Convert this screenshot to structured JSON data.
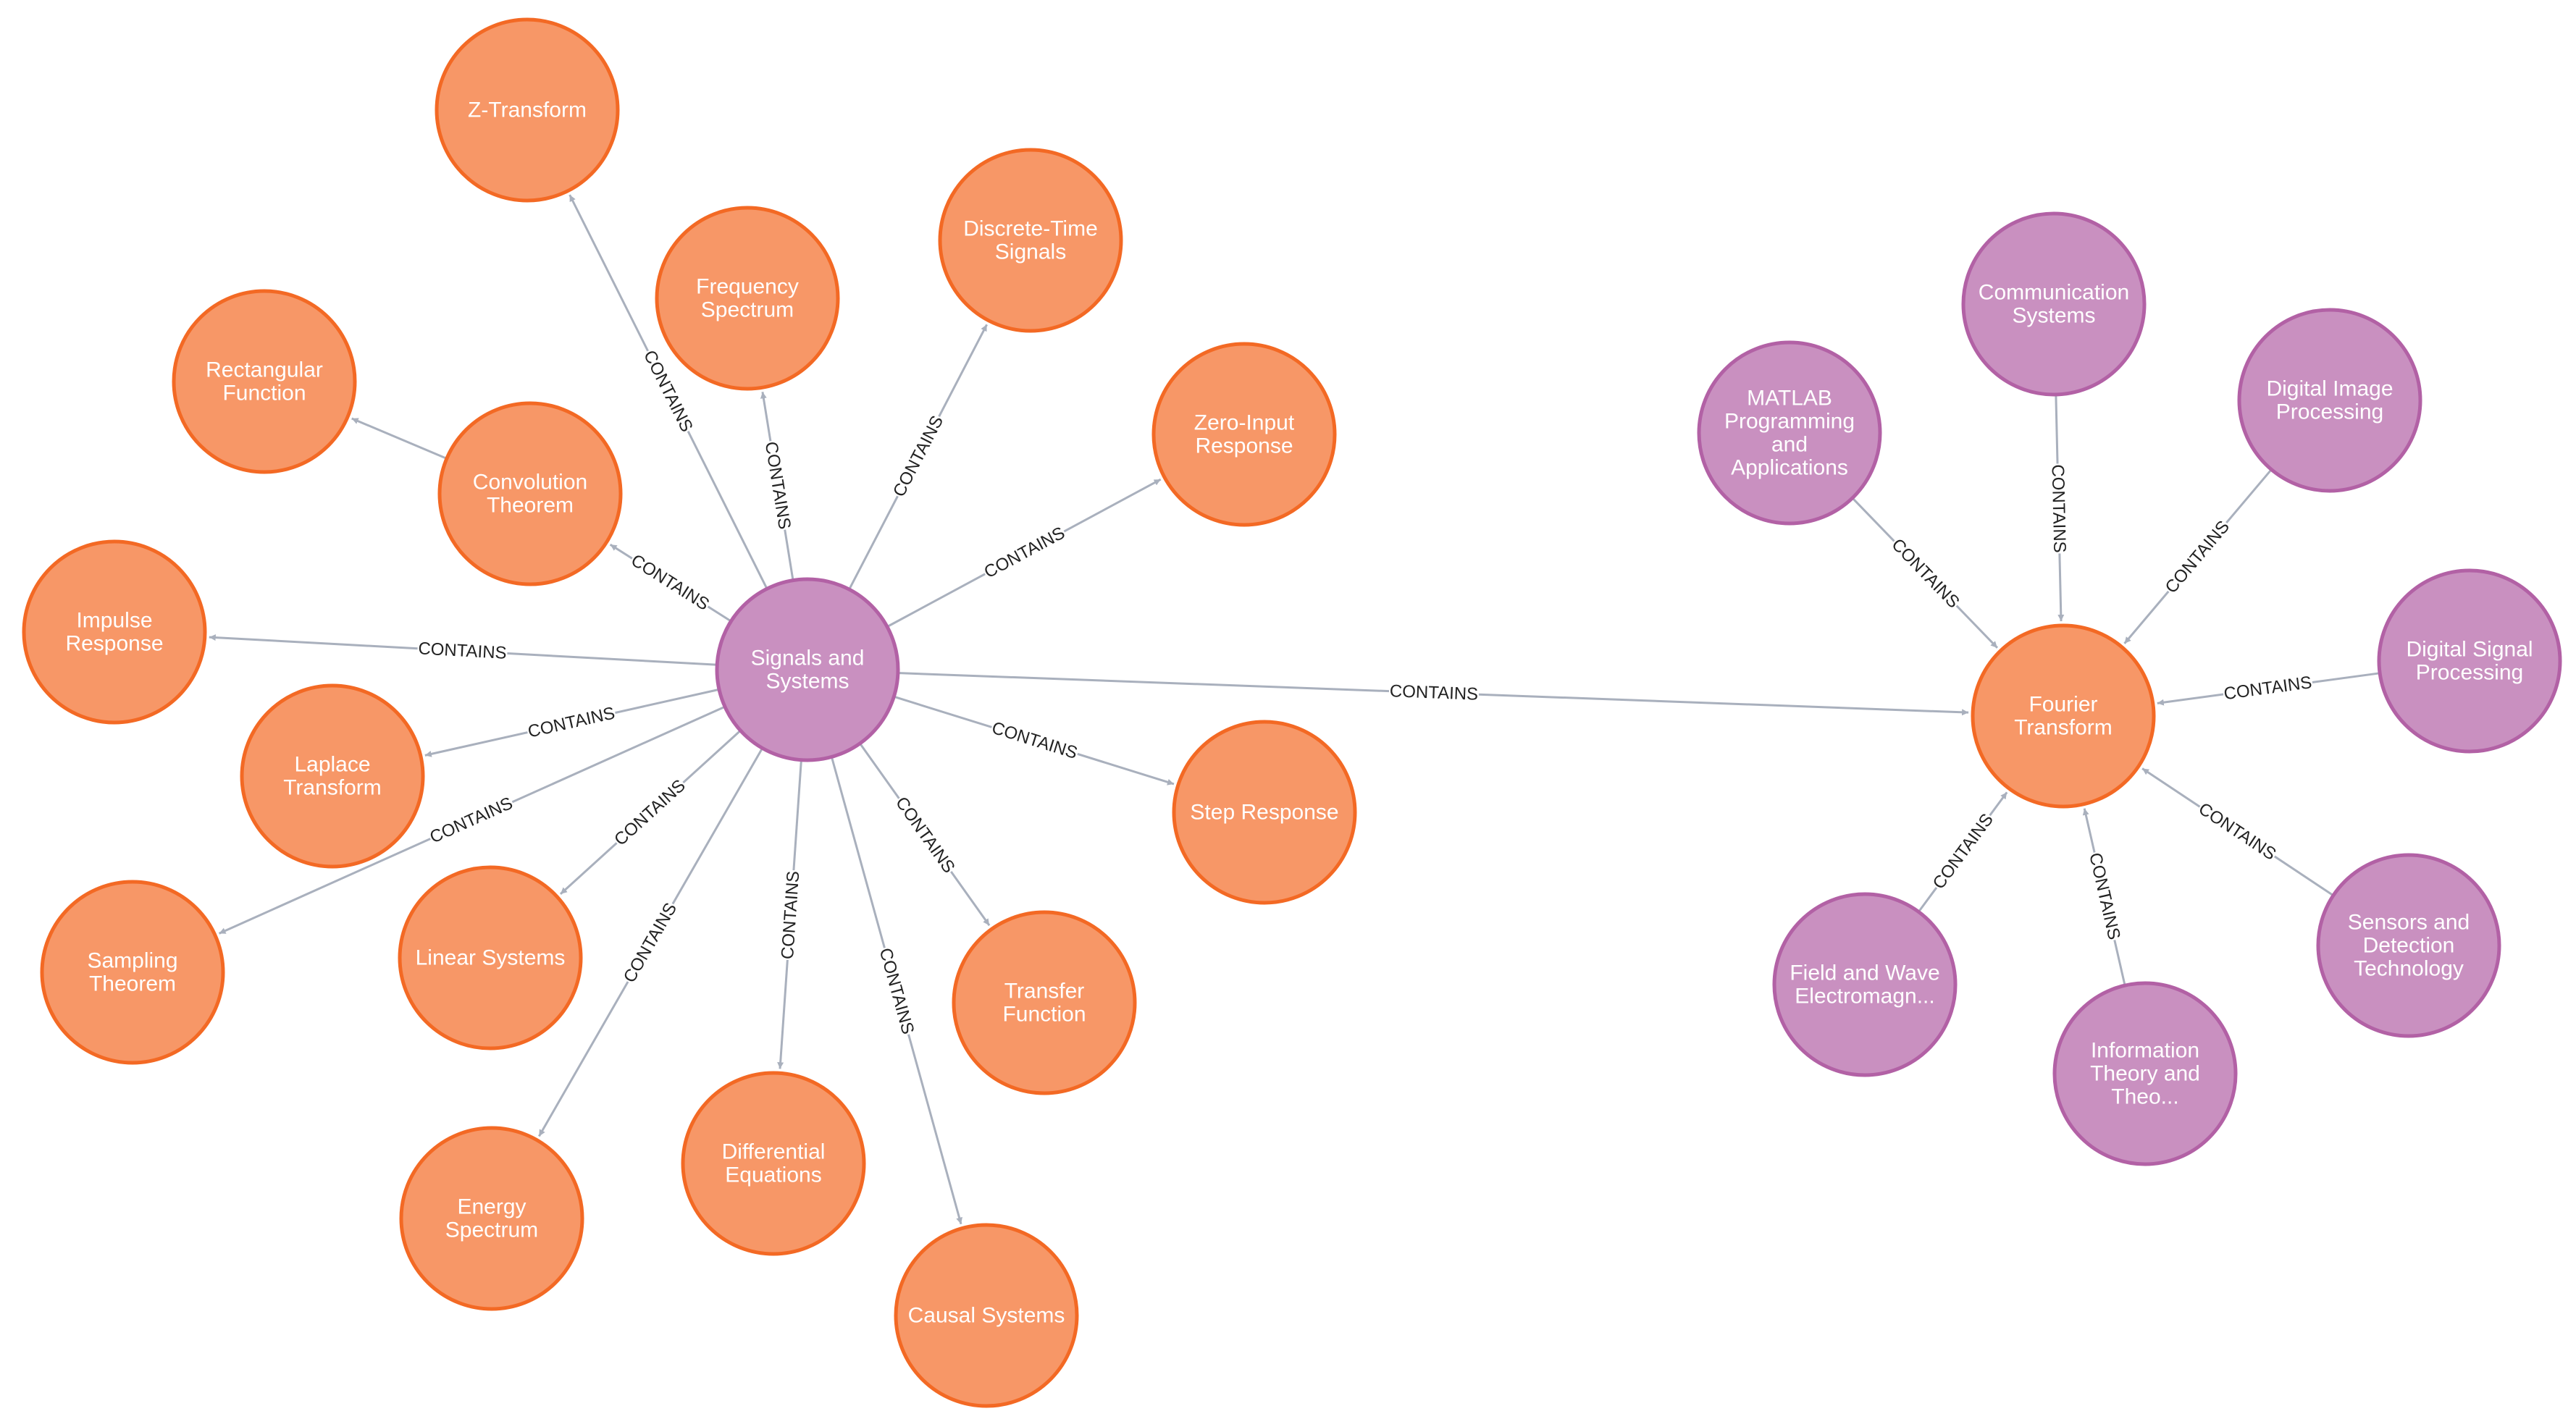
{
  "colors": {
    "orange_fill": "#f79767",
    "orange_stroke": "#f36924",
    "purple_fill": "#c990c0",
    "purple_stroke": "#b261a5",
    "edge": "#a9b0bd",
    "edge_label": "#222222"
  },
  "nodes": [
    {
      "id": "signals",
      "lines": [
        "Signals and",
        "Systems"
      ],
      "color": "purple"
    },
    {
      "id": "ztransform",
      "lines": [
        "Z-Transform"
      ],
      "color": "orange"
    },
    {
      "id": "freqspec",
      "lines": [
        "Frequency",
        "Spectrum"
      ],
      "color": "orange"
    },
    {
      "id": "dtsignals",
      "lines": [
        "Discrete-Time",
        "Signals"
      ],
      "color": "orange"
    },
    {
      "id": "zeroinput",
      "lines": [
        "Zero-Input",
        "Response"
      ],
      "color": "orange"
    },
    {
      "id": "rectfunc",
      "lines": [
        "Rectangular",
        "Function"
      ],
      "color": "orange"
    },
    {
      "id": "convthm",
      "lines": [
        "Convolution",
        "Theorem"
      ],
      "color": "orange"
    },
    {
      "id": "impulse",
      "lines": [
        "Impulse",
        "Response"
      ],
      "color": "orange"
    },
    {
      "id": "laplace",
      "lines": [
        "Laplace",
        "Transform"
      ],
      "color": "orange"
    },
    {
      "id": "sampling",
      "lines": [
        "Sampling",
        "Theorem"
      ],
      "color": "orange"
    },
    {
      "id": "linsys",
      "lines": [
        "Linear Systems"
      ],
      "color": "orange"
    },
    {
      "id": "energy",
      "lines": [
        "Energy",
        "Spectrum"
      ],
      "color": "orange"
    },
    {
      "id": "diffeq",
      "lines": [
        "Differential",
        "Equations"
      ],
      "color": "orange"
    },
    {
      "id": "causal",
      "lines": [
        "Causal Systems"
      ],
      "color": "orange"
    },
    {
      "id": "transfer",
      "lines": [
        "Transfer",
        "Function"
      ],
      "color": "orange"
    },
    {
      "id": "step",
      "lines": [
        "Step Response"
      ],
      "color": "orange"
    },
    {
      "id": "fourier",
      "lines": [
        "Fourier",
        "Transform"
      ],
      "color": "orange"
    },
    {
      "id": "comm",
      "lines": [
        "Communication",
        "Systems"
      ],
      "color": "purple"
    },
    {
      "id": "matlab",
      "lines": [
        "MATLAB",
        "Programming",
        "and",
        "Applications"
      ],
      "color": "purple"
    },
    {
      "id": "dip",
      "lines": [
        "Digital Image",
        "Processing"
      ],
      "color": "purple"
    },
    {
      "id": "dsp",
      "lines": [
        "Digital Signal",
        "Processing"
      ],
      "color": "purple"
    },
    {
      "id": "sensors",
      "lines": [
        "Sensors and",
        "Detection",
        "Technology"
      ],
      "color": "purple"
    },
    {
      "id": "infotheory",
      "lines": [
        "Information",
        "Theory and",
        "Theo..."
      ],
      "color": "purple"
    },
    {
      "id": "fieldwave",
      "lines": [
        "Field and Wave",
        "Electromagn..."
      ],
      "color": "purple"
    }
  ],
  "edges": [
    {
      "from": "signals",
      "to": "ztransform",
      "label": "CONTAINS"
    },
    {
      "from": "signals",
      "to": "freqspec",
      "label": "CONTAINS"
    },
    {
      "from": "signals",
      "to": "dtsignals",
      "label": "CONTAINS"
    },
    {
      "from": "signals",
      "to": "zeroinput",
      "label": "CONTAINS"
    },
    {
      "from": "signals",
      "to": "convthm",
      "label": "CONTAINS"
    },
    {
      "from": "convthm",
      "to": "rectfunc",
      "label": ""
    },
    {
      "from": "signals",
      "to": "impulse",
      "label": "CONTAINS"
    },
    {
      "from": "signals",
      "to": "laplace",
      "label": "CONTAINS"
    },
    {
      "from": "signals",
      "to": "sampling",
      "label": "CONTAINS"
    },
    {
      "from": "signals",
      "to": "linsys",
      "label": "CONTAINS"
    },
    {
      "from": "signals",
      "to": "energy",
      "label": "CONTAINS"
    },
    {
      "from": "signals",
      "to": "diffeq",
      "label": "CONTAINS"
    },
    {
      "from": "signals",
      "to": "causal",
      "label": "CONTAINS"
    },
    {
      "from": "signals",
      "to": "transfer",
      "label": "CONTAINS"
    },
    {
      "from": "signals",
      "to": "step",
      "label": "CONTAINS"
    },
    {
      "from": "signals",
      "to": "fourier",
      "label": "CONTAINS"
    },
    {
      "from": "comm",
      "to": "fourier",
      "label": "CONTAINS"
    },
    {
      "from": "matlab",
      "to": "fourier",
      "label": "CONTAINS"
    },
    {
      "from": "dip",
      "to": "fourier",
      "label": "CONTAINS"
    },
    {
      "from": "dsp",
      "to": "fourier",
      "label": "CONTAINS"
    },
    {
      "from": "sensors",
      "to": "fourier",
      "label": "CONTAINS"
    },
    {
      "from": "infotheory",
      "to": "fourier",
      "label": "CONTAINS"
    },
    {
      "from": "fieldwave",
      "to": "fourier",
      "label": "CONTAINS"
    }
  ]
}
